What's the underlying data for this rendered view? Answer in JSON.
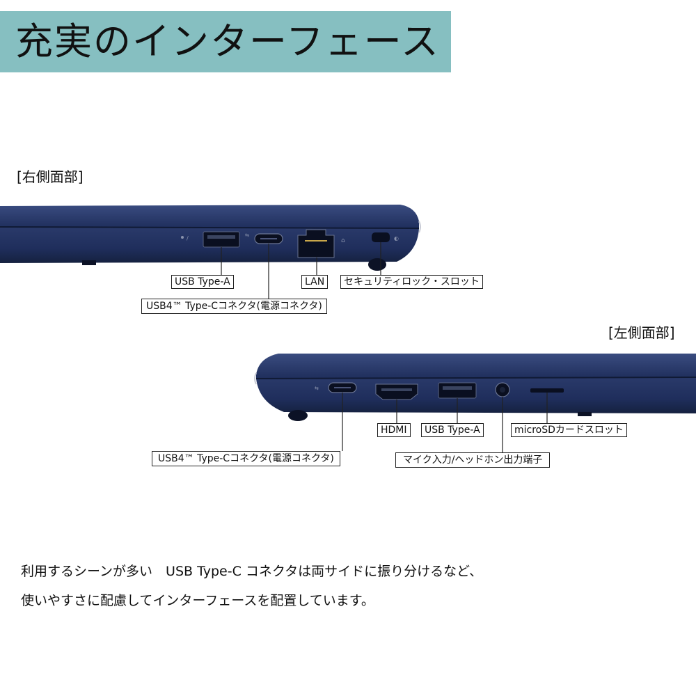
{
  "header": {
    "title": "充実のインターフェース"
  },
  "colors": {
    "band": "#86bfc1",
    "chassis": "#1f2e5c",
    "chassis_dark": "#15213f",
    "chassis_light": "#3a4c80"
  },
  "right_side": {
    "label": "[右側面部]",
    "ports": {
      "usb_a": "USB Type-A",
      "usb_c": "USB4™ Type-Cコネクタ(電源コネクタ)",
      "lan": "LAN",
      "security": "セキュリティロック・スロット"
    }
  },
  "left_side": {
    "label": "[左側面部]",
    "ports": {
      "usb_c": "USB4™ Type-Cコネクタ(電源コネクタ)",
      "hdmi": "HDMI",
      "usb_a": "USB Type-A",
      "audio": "マイク入力/ヘッドホン出力端子",
      "microsd": "microSDカードスロット"
    }
  },
  "description": {
    "line1": "利用するシーンが多い　USB Type-C コネクタは両サイドに振り分けるなど、",
    "line2": "使いやすさに配慮してインターフェースを配置しています。"
  }
}
